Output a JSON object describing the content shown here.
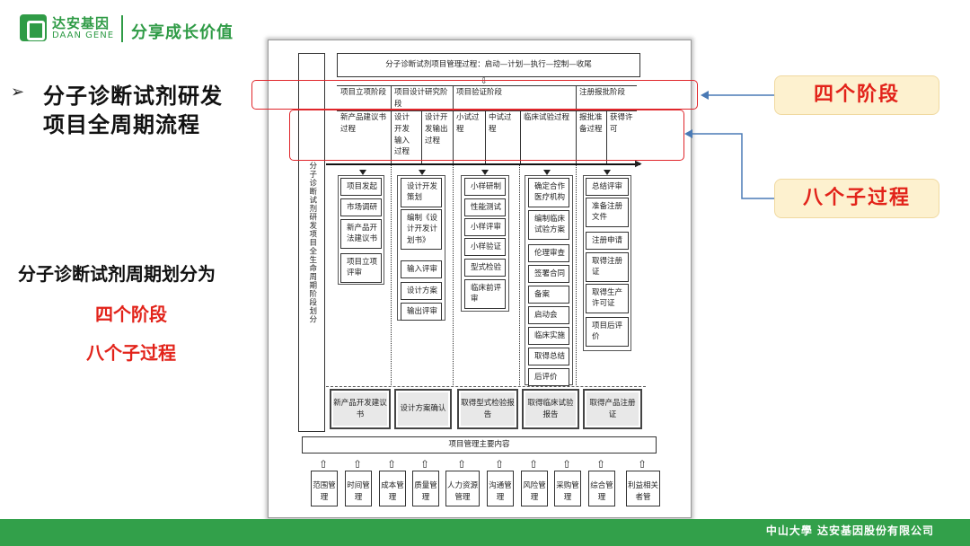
{
  "header": {
    "logo_cn": "达安基因",
    "logo_en": "DAAN GENE",
    "slogan": "分享成长价值"
  },
  "left_panel": {
    "title_line1": "分子诊断试剂研发",
    "title_line2": "项目全周期流程",
    "summary": "分子诊断试剂周期划分为",
    "summary_a": "四个阶段",
    "summary_b": "八个子过程"
  },
  "document": {
    "top_title": "分子诊断试剂项目管理过程：启动—计划—执行—控制—收尾",
    "side_title": "分子诊断试剂研发项目全生命周期阶段划分",
    "stages": [
      "项目立项阶段",
      "项目设计研究阶段",
      "项目验证阶段",
      "注册报批阶段"
    ],
    "subprocesses": [
      "新产品建议书过程",
      "设计开发输入过程",
      "设计开发输出过程",
      "小试过程",
      "中试过程",
      "临床试验过程",
      "报批准备过程",
      "获得许可"
    ],
    "columns": [
      [
        "项目发起",
        "市场调研",
        "新产品开法建议书",
        "项目立项评审"
      ],
      [
        "设计开发策划",
        "编制《设计开发计划书》",
        "输入评审",
        "设计方案",
        "输出评审"
      ],
      [
        "小样研制",
        "性能测试",
        "小样评审",
        "小样验证",
        "型式检验",
        "临床前评审"
      ],
      [
        "确定合作医疗机构",
        "编制临床试验方案",
        "伦理审查",
        "签署合同",
        "备案",
        "启动会",
        "临床实施",
        "取得总结",
        "后评价"
      ],
      [
        "总结评审",
        "准备注册文件",
        "注册申请",
        "取得注册证",
        "取得生产许可证",
        "项目后评价"
      ]
    ],
    "outputs": [
      "新产品开发建议书",
      "设计方案确认",
      "取得型式检验报告",
      "取得临床试验报告",
      "取得产品注册证"
    ],
    "mgmt_title": "项目管理主要内容",
    "mgmt_items": [
      "范围管理",
      "时间管理",
      "成本管理",
      "质量管理",
      "人力资源管理",
      "沟通管理",
      "风险管理",
      "采购管理",
      "综合管理",
      "利益相关者管"
    ]
  },
  "callouts": {
    "stages": "四个阶段",
    "subprocesses": "八个子过程"
  },
  "footer": {
    "text": "中山大學 达安基因股份有限公司"
  },
  "colors": {
    "brand_green": "#2f9b46",
    "highlight_red": "#e2231a",
    "callout_bg": "#fdf1cf",
    "arrow_blue": "#4a7ab5"
  }
}
